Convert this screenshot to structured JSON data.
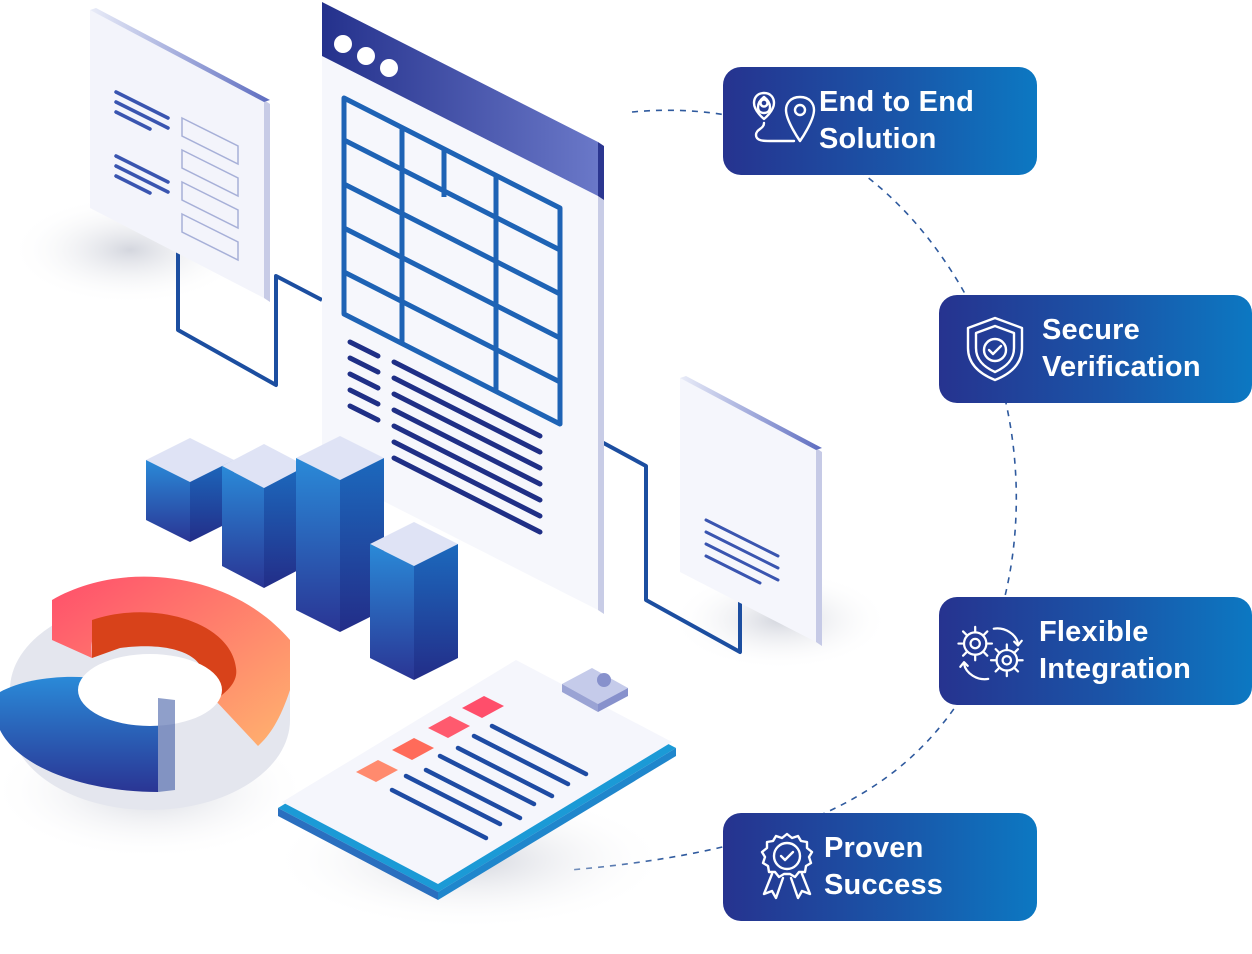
{
  "features": [
    {
      "line1": "End to End",
      "line2": "Solution",
      "icon": "route-pin-icon"
    },
    {
      "line1": "Secure",
      "line2": "Verification",
      "icon": "shield-check-icon"
    },
    {
      "line1": "Flexible",
      "line2": "Integration",
      "icon": "gears-icon"
    },
    {
      "line1": "Proven",
      "line2": "Success",
      "icon": "award-badge-icon"
    }
  ],
  "colors": {
    "card_start": "#26338f",
    "card_end": "#0c78c2",
    "illustration_blue": "#1f5fae",
    "accent_orange": "#f26b3a",
    "accent_red": "#ff5a6e"
  }
}
